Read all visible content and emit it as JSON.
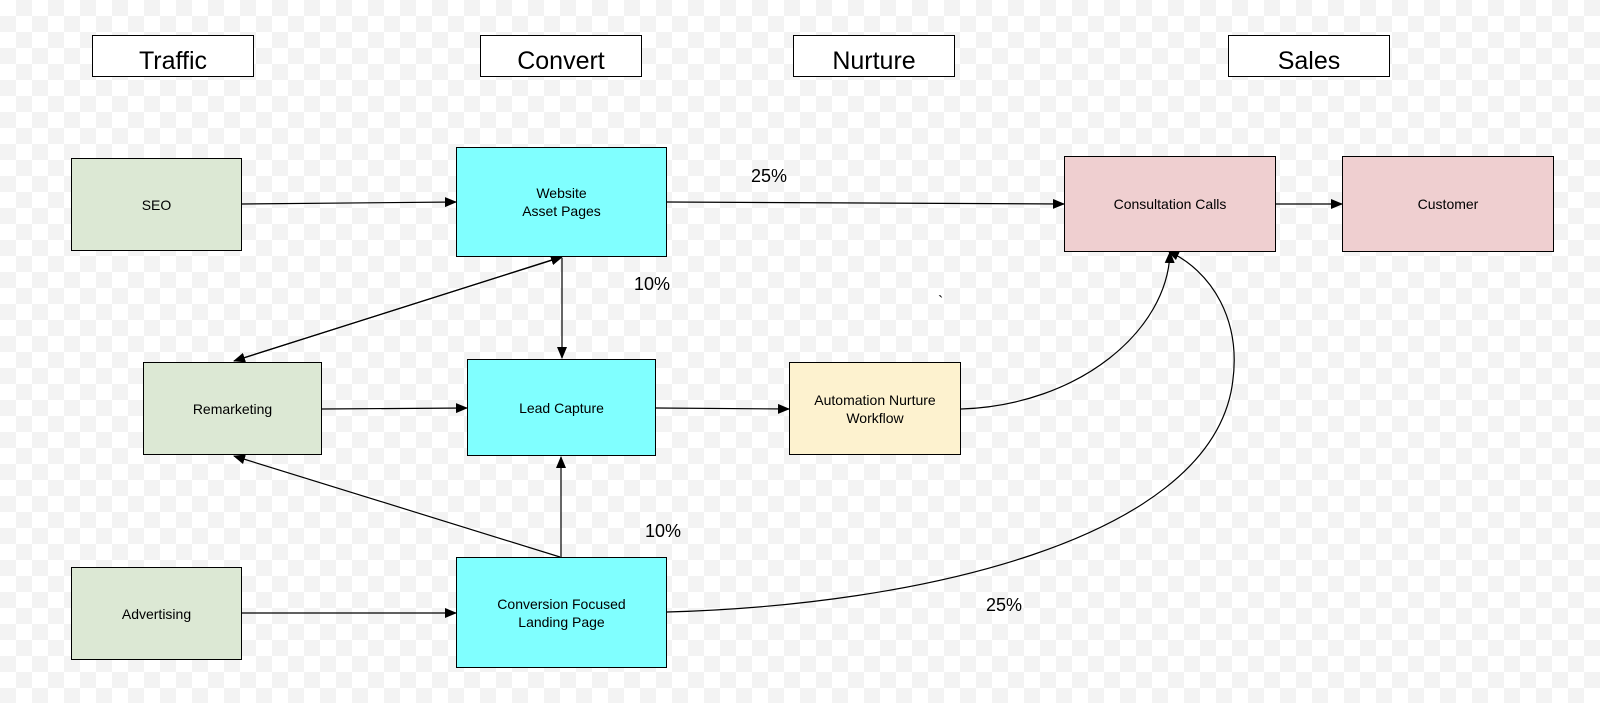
{
  "headers": {
    "traffic": "Traffic",
    "convert": "Convert",
    "nurture": "Nurture",
    "sales": "Sales"
  },
  "nodes": {
    "seo": "SEO",
    "website": "Website\nAsset Pages",
    "remarketing": "Remarketing",
    "lead_capture": "Lead Capture",
    "automation": "Automation Nurture\nWorkflow",
    "advertising": "Advertising",
    "landing_page": "Conversion Focused\nLanding Page",
    "consultation": "Consultation Calls",
    "customer": "Customer"
  },
  "labels": {
    "website_to_consult": "25%",
    "website_to_lead": "10%",
    "landing_to_lead": "10%",
    "landing_to_consult": "25%",
    "stray_mark": "`"
  },
  "colors": {
    "traffic_fill": "#dce8d4",
    "convert_fill": "#80ffff",
    "nurture_fill": "#fdf2cf",
    "sales_fill": "#efcfd0"
  }
}
